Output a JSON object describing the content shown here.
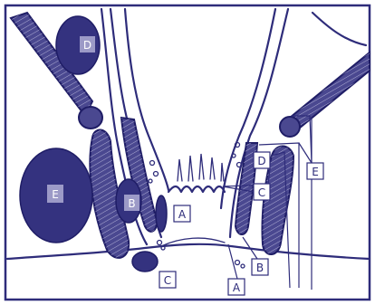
{
  "labels": {
    "external_A": "A",
    "internal_B": "B",
    "external_C": "C",
    "internal_D": "D",
    "internal_E": "E",
    "right_A": "A",
    "right_B": "B",
    "right_C": "C",
    "right_D": "D",
    "right_E": "E"
  },
  "colors": {
    "ink": "#2e2c7a",
    "solid": "#34327f",
    "label_fill": "#9c9ac7"
  }
}
